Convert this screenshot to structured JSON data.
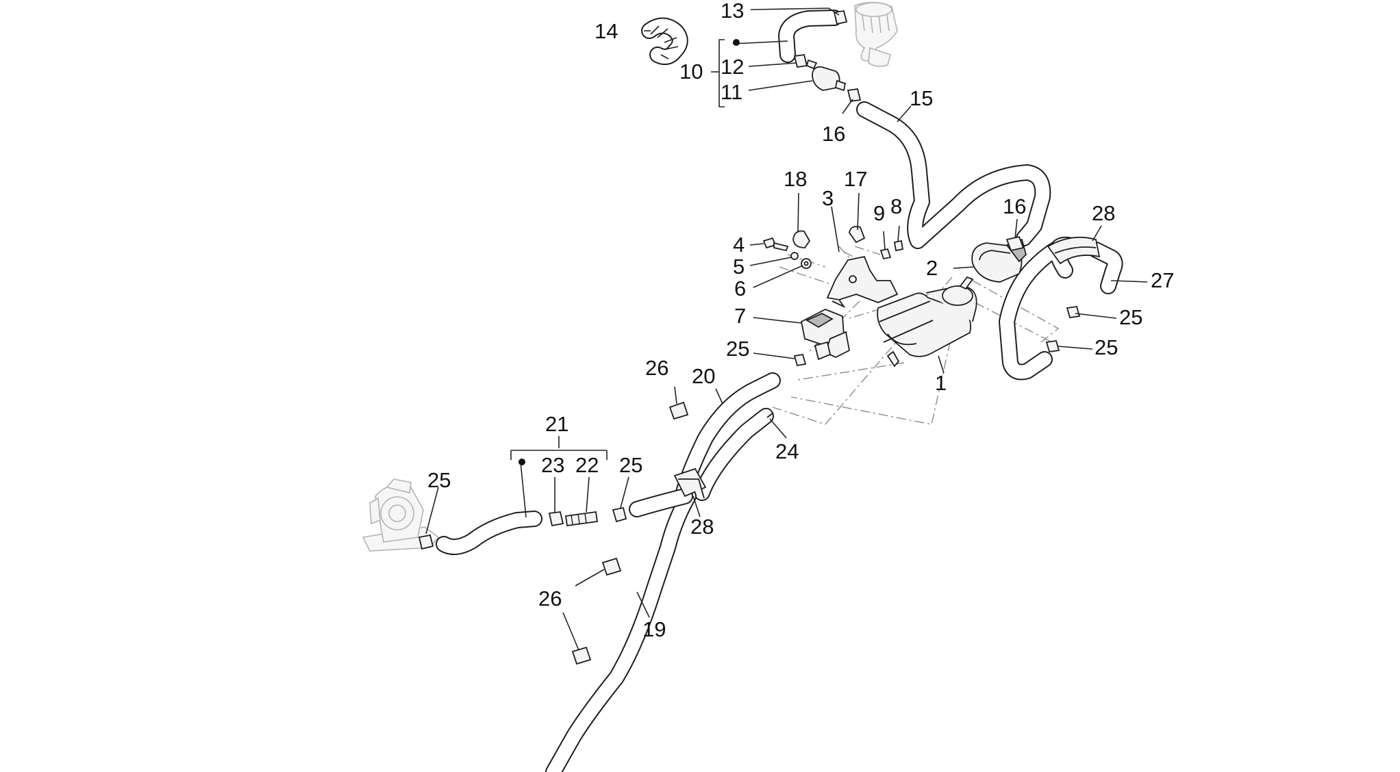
{
  "callouts": {
    "c1": "1",
    "c2": "2",
    "c3": "3",
    "c4": "4",
    "c5": "5",
    "c6": "6",
    "c7": "7",
    "c8": "8",
    "c9": "9",
    "c10": "10",
    "c11": "11",
    "c12": "12",
    "c13": "13",
    "c14": "14",
    "c15": "15",
    "c16a": "16",
    "c16b": "16",
    "c17": "17",
    "c18": "18",
    "c19": "19",
    "c20": "20",
    "c21": "21",
    "c22": "22",
    "c23": "23",
    "c24": "24",
    "c25a": "25",
    "c25b": "25",
    "c25c": "25",
    "c25d": "25",
    "c25e": "25",
    "c26a": "26",
    "c26b": "26",
    "c27": "27",
    "c28a": "28",
    "c28b": "28"
  }
}
